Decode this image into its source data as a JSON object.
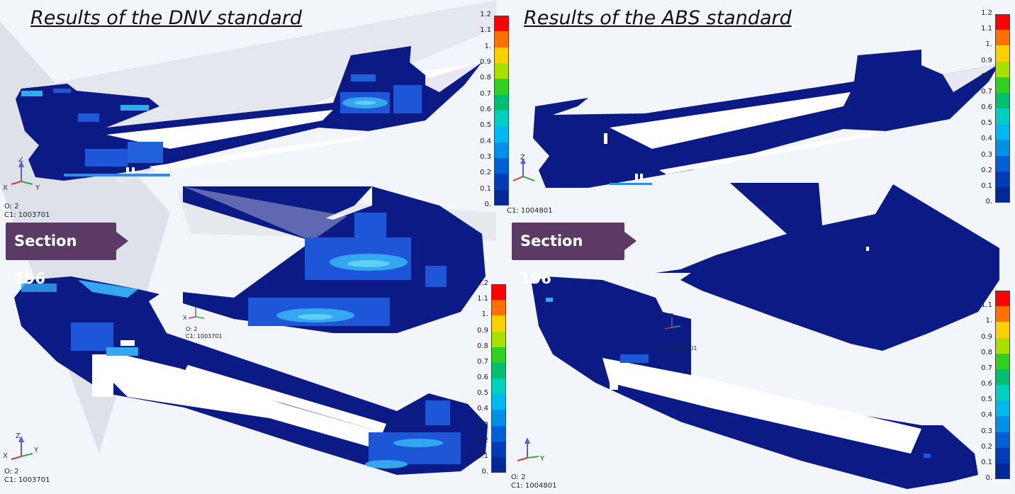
{
  "titles": {
    "left": "Results of the DNV standard",
    "right": "Results of the ABS standard"
  },
  "section_tags": {
    "left": "Section 196",
    "right": "Section 196"
  },
  "legend": {
    "ticks": [
      "1.2",
      "1.1",
      "1.",
      "0.9",
      "0.8",
      "0.7",
      "0.6",
      "0.5",
      "0.4",
      "0.3",
      "0.2",
      "0.1",
      "0."
    ],
    "colors": [
      "#ff0000",
      "#ff7000",
      "#ffd000",
      "#a8e000",
      "#30d020",
      "#00c070",
      "#00d0c0",
      "#00b8f0",
      "#0090e8",
      "#0060d8",
      "#003cb8",
      "#002896"
    ],
    "colors_note": "top to bottom"
  },
  "views": {
    "dnv_top": {
      "o_label": "O: 2",
      "c1_label": "C1: 1003701"
    },
    "dnv_section": {
      "o_label": "O: 2",
      "c1_label": "C1: 1003701"
    },
    "dnv_bottom": {
      "o_label": "O: 2",
      "c1_label": "C1: 1003701"
    },
    "abs_top": {
      "c1_label": "C1: 1004801"
    },
    "abs_section": {
      "c1_label": "C1: 1004801"
    },
    "abs_bottom": {
      "o_label": "O: 2",
      "c1_label": "C1: 1004801"
    }
  },
  "axes": {
    "x": "X",
    "y": "Y",
    "z": "Z"
  },
  "colors": {
    "background": "#f2f5f9",
    "watermark": "#dde2e8",
    "hull_base": "#0c1a86",
    "hull_mid": "#1d57d8",
    "hull_light": "#33a8f0",
    "hull_bright": "#5fd0f5",
    "tag_fill": "#5b3b65"
  }
}
